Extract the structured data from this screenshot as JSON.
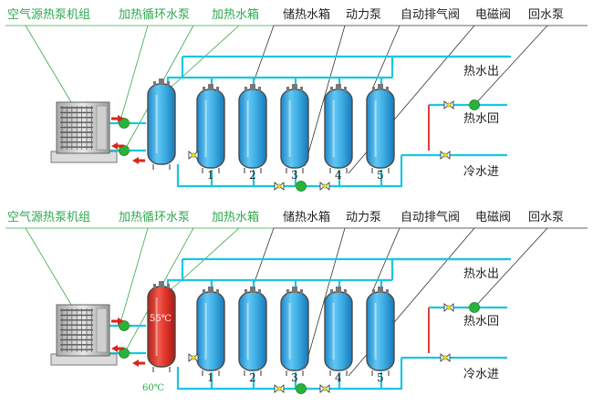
{
  "panels": [
    {
      "id": "top",
      "labels": {
        "heat_pump_unit": "空气源热泵机组",
        "heating_circ_pump": "加热循环水泵",
        "heating_tank": "加热水箱",
        "storage_tank": "储热水箱",
        "power_pump": "动力泵",
        "auto_vent_valve": "自动排气阀",
        "solenoid_valve": "电磁阀",
        "return_pump": "回水泵"
      },
      "outlets": {
        "hot_out": "热水出",
        "hot_return": "热水回",
        "cold_in": "冷水进"
      },
      "tank_numbers": [
        "1",
        "2",
        "3",
        "4",
        "5"
      ],
      "heating_tank_temp": "",
      "bottom_temp": ""
    },
    {
      "id": "bottom",
      "labels": {
        "heat_pump_unit": "空气源热泵机组",
        "heating_circ_pump": "加热循环水泵",
        "heating_tank": "加热水箱",
        "storage_tank": "储热水箱",
        "power_pump": "动力泵",
        "auto_vent_valve": "自动排气阀",
        "solenoid_valve": "电磁阀",
        "return_pump": "回水泵"
      },
      "outlets": {
        "hot_out": "热水出",
        "hot_return": "热水回",
        "cold_in": "冷水进"
      },
      "tank_numbers": [
        "1",
        "2",
        "3",
        "4",
        "5"
      ],
      "heating_tank_temp": "55℃",
      "bottom_temp": "60℃"
    }
  ],
  "colors": {
    "pipe": "#19c7e0",
    "return_pipe": "#e0403a",
    "tank_blue": "#2fa6de",
    "tank_red": "#e4332a",
    "label_green": "#2fa84f",
    "label_dark": "#222222",
    "pump_green": "#2ab33c",
    "arrow_red": "#d9261c"
  },
  "icons": [
    "heat-pump-icon",
    "pump-icon",
    "valve-icon",
    "arrow-icon"
  ]
}
